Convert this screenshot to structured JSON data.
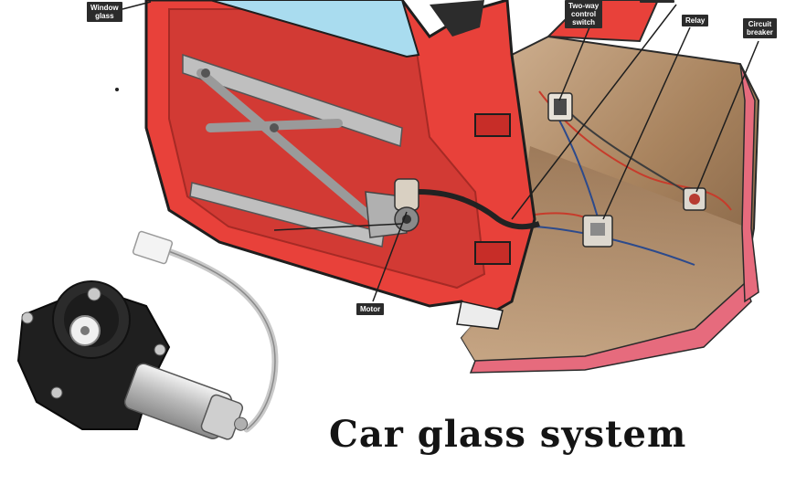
{
  "title": "Car glass system",
  "labels": {
    "window_glass": "Window\nglass",
    "two_way_switch": "Two-way\ncontrol\nswitch",
    "relay": "Relay",
    "circuit_breaker": "Circuit\nbreaker",
    "motor": "Motor"
  },
  "colors": {
    "door_red": "#e8413a",
    "door_dark": "#c72d28",
    "panel_red": "#d23a34",
    "interior_brown": "#8b6a4c",
    "interior_light": "#c8a785",
    "glass_blue": "#a9dcef",
    "label_bg": "#2b2b2b",
    "motor_black": "#1f1f1f",
    "motor_silver": "#c9c9c9",
    "carpet_pink": "#e66b7d"
  }
}
